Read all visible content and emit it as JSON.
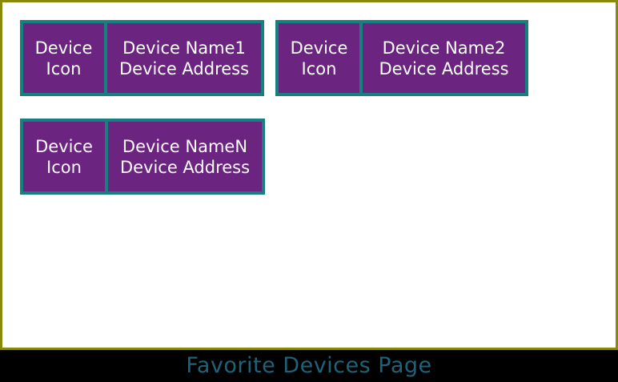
{
  "page": {
    "caption": "Favorite Devices Page",
    "panel_background": "#ffffff",
    "frame_color": "#8a8a0a",
    "caption_color": "#1f6379",
    "caption_background": "#000000"
  },
  "theme": {
    "card_fill": "#6c2481",
    "card_border": "#15807f",
    "card_text": "#ffffff"
  },
  "devices": [
    {
      "icon_line1": "Device",
      "icon_line2": "Icon",
      "name": "Device Name1",
      "address": "Device Address"
    },
    {
      "icon_line1": "Device",
      "icon_line2": "Icon",
      "name": "Device Name2",
      "address": "Device Address"
    },
    {
      "icon_line1": "Device",
      "icon_line2": "Icon",
      "name": "Device NameN",
      "address": "Device Address"
    }
  ]
}
